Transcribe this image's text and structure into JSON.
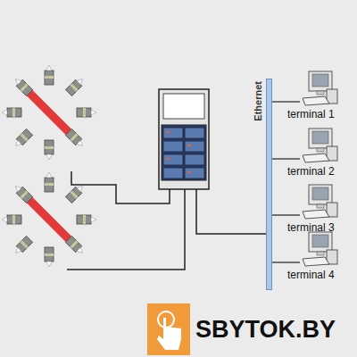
{
  "diagram": {
    "nodes": [
      {
        "text": [
          "Ethernet"
        ]
      },
      {
        "text": [
          "terminal 1"
        ]
      },
      {
        "text": [
          "terminal 2"
        ]
      },
      {
        "text": [
          "terminal 3"
        ]
      },
      {
        "text": [
          "terminal 4"
        ]
      }
    ],
    "edges": [
      {
        "from": 0,
        "to": 1,
        "arrow": "none"
      },
      {
        "from": 0,
        "to": 2,
        "arrow": "none"
      },
      {
        "from": 0,
        "to": 3,
        "arrow": "none"
      },
      {
        "from": 0,
        "to": 4,
        "arrow": "none"
      }
    ],
    "labels": [
      "SBYTOK.BY"
    ]
  }
}
